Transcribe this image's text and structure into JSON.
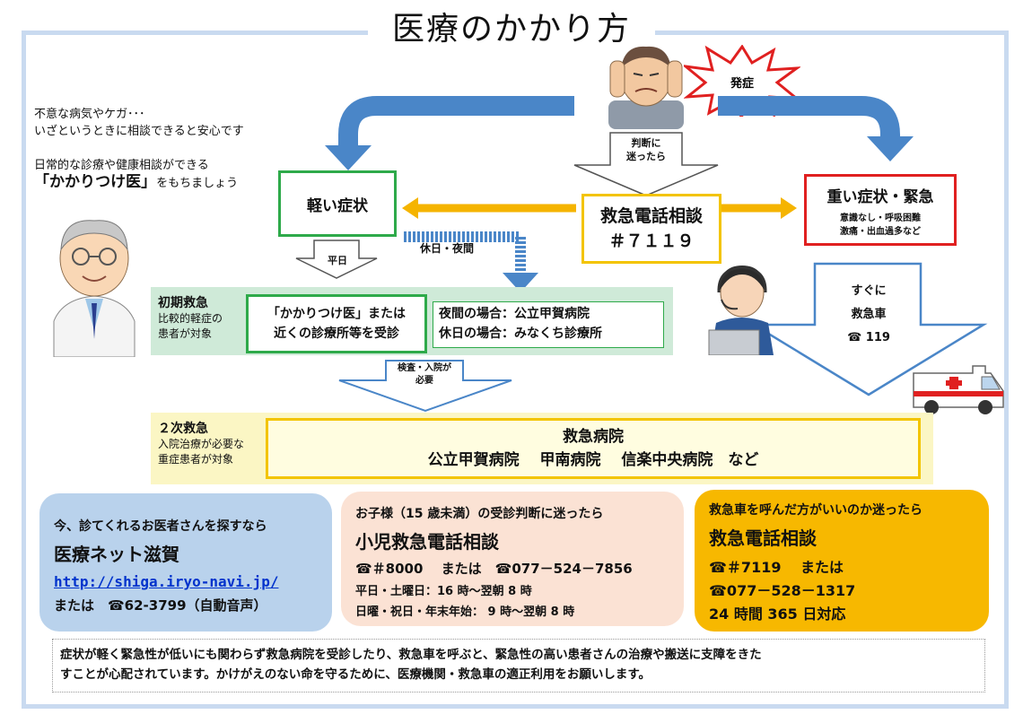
{
  "title": "医療のかかり方",
  "intro": {
    "line1": "不意な病気やケガ･･･",
    "line2": "いざというときに相談できると安心です",
    "line3": "日常的な診療や健康相談ができる",
    "line4_big": "「かかりつけ医」",
    "line4_rest": "をもちましょう"
  },
  "burst_label": "発症",
  "judge_label": "判断に\n迷ったら",
  "center_box": {
    "line1": "救急電話相談",
    "line2": "＃７１１９"
  },
  "mild": {
    "label": "軽い症状"
  },
  "severe": {
    "label": "重い症状・緊急",
    "sub1": "意識なし・呼吸困難",
    "sub2": "激痛・出血過多など"
  },
  "weekday_label": "平日",
  "holiday_label": "休日・夜間",
  "immediate": {
    "line1": "すぐに",
    "line2": "救急車",
    "line3": "☎ 119"
  },
  "primary": {
    "head": "初期救急",
    "sub1": "比較的軽症の",
    "sub2": "患者が対象",
    "box1_line1": "「かかりつけ医」または",
    "box1_line2": "近くの診療所等を受診",
    "box2_line1": "夜間の場合：公立甲賀病院",
    "box2_line2": "休日の場合：みなくち診療所"
  },
  "exam_label": "検査・入院が\n必要",
  "secondary": {
    "head": "２次救急",
    "sub1": "入院治療が必要な",
    "sub2": "重症患者が対象",
    "box_title": "救急病院",
    "box_list": "公立甲賀病院　 甲南病院　 信楽中央病院　など"
  },
  "panel_blue": {
    "line1": "今、診てくれるお医者さんを探すなら",
    "line2": "医療ネット滋賀",
    "link": "http://shiga.iryo-navi.jp/",
    "line4": "または　☎62-3799（自動音声）"
  },
  "panel_pink": {
    "line1": "お子様（15 歳未満）の受診判断に迷ったら",
    "line2": "小児救急電話相談",
    "line3": "☎＃8000　 または　☎077－524－7856",
    "line4": "平日・土曜日：16 時～翌朝 8 時",
    "line5": "日曜・祝日・年末年始： 9 時～翌朝 8 時"
  },
  "panel_orange": {
    "line1": "救急車を呼んだ方がいいのか迷ったら",
    "line2": "救急電話相談",
    "line3": "☎＃7119　 または",
    "line4": "☎077－528－1317",
    "line5": "24 時間 365 日対応"
  },
  "notice": {
    "line1": "症状が軽く緊急性が低いにも関わらず救急病院を受診したり、救急車を呼ぶと、緊急性の高い患者さんの治療や搬送に支障をきた",
    "line2": "すことが心配されています。かけがえのない命を守るために、医療機関・救急車の適正利用をお願いします。"
  },
  "colors": {
    "blue_arrow": "#4a86c8",
    "orange_arrow": "#f5b400",
    "green_box": "#2eaa4a",
    "red_box": "#e02020",
    "yellow_box": "#f3c400",
    "primary_bg": "#cfead8",
    "secondary_bg": "#fbf6c4",
    "panel_blue": "#b9d2ec",
    "panel_pink": "#fbe2d4",
    "panel_orange": "#f7b800"
  },
  "icons": [
    "worried-man-icon",
    "doctor-icon",
    "operator-icon",
    "ambulance-icon"
  ]
}
